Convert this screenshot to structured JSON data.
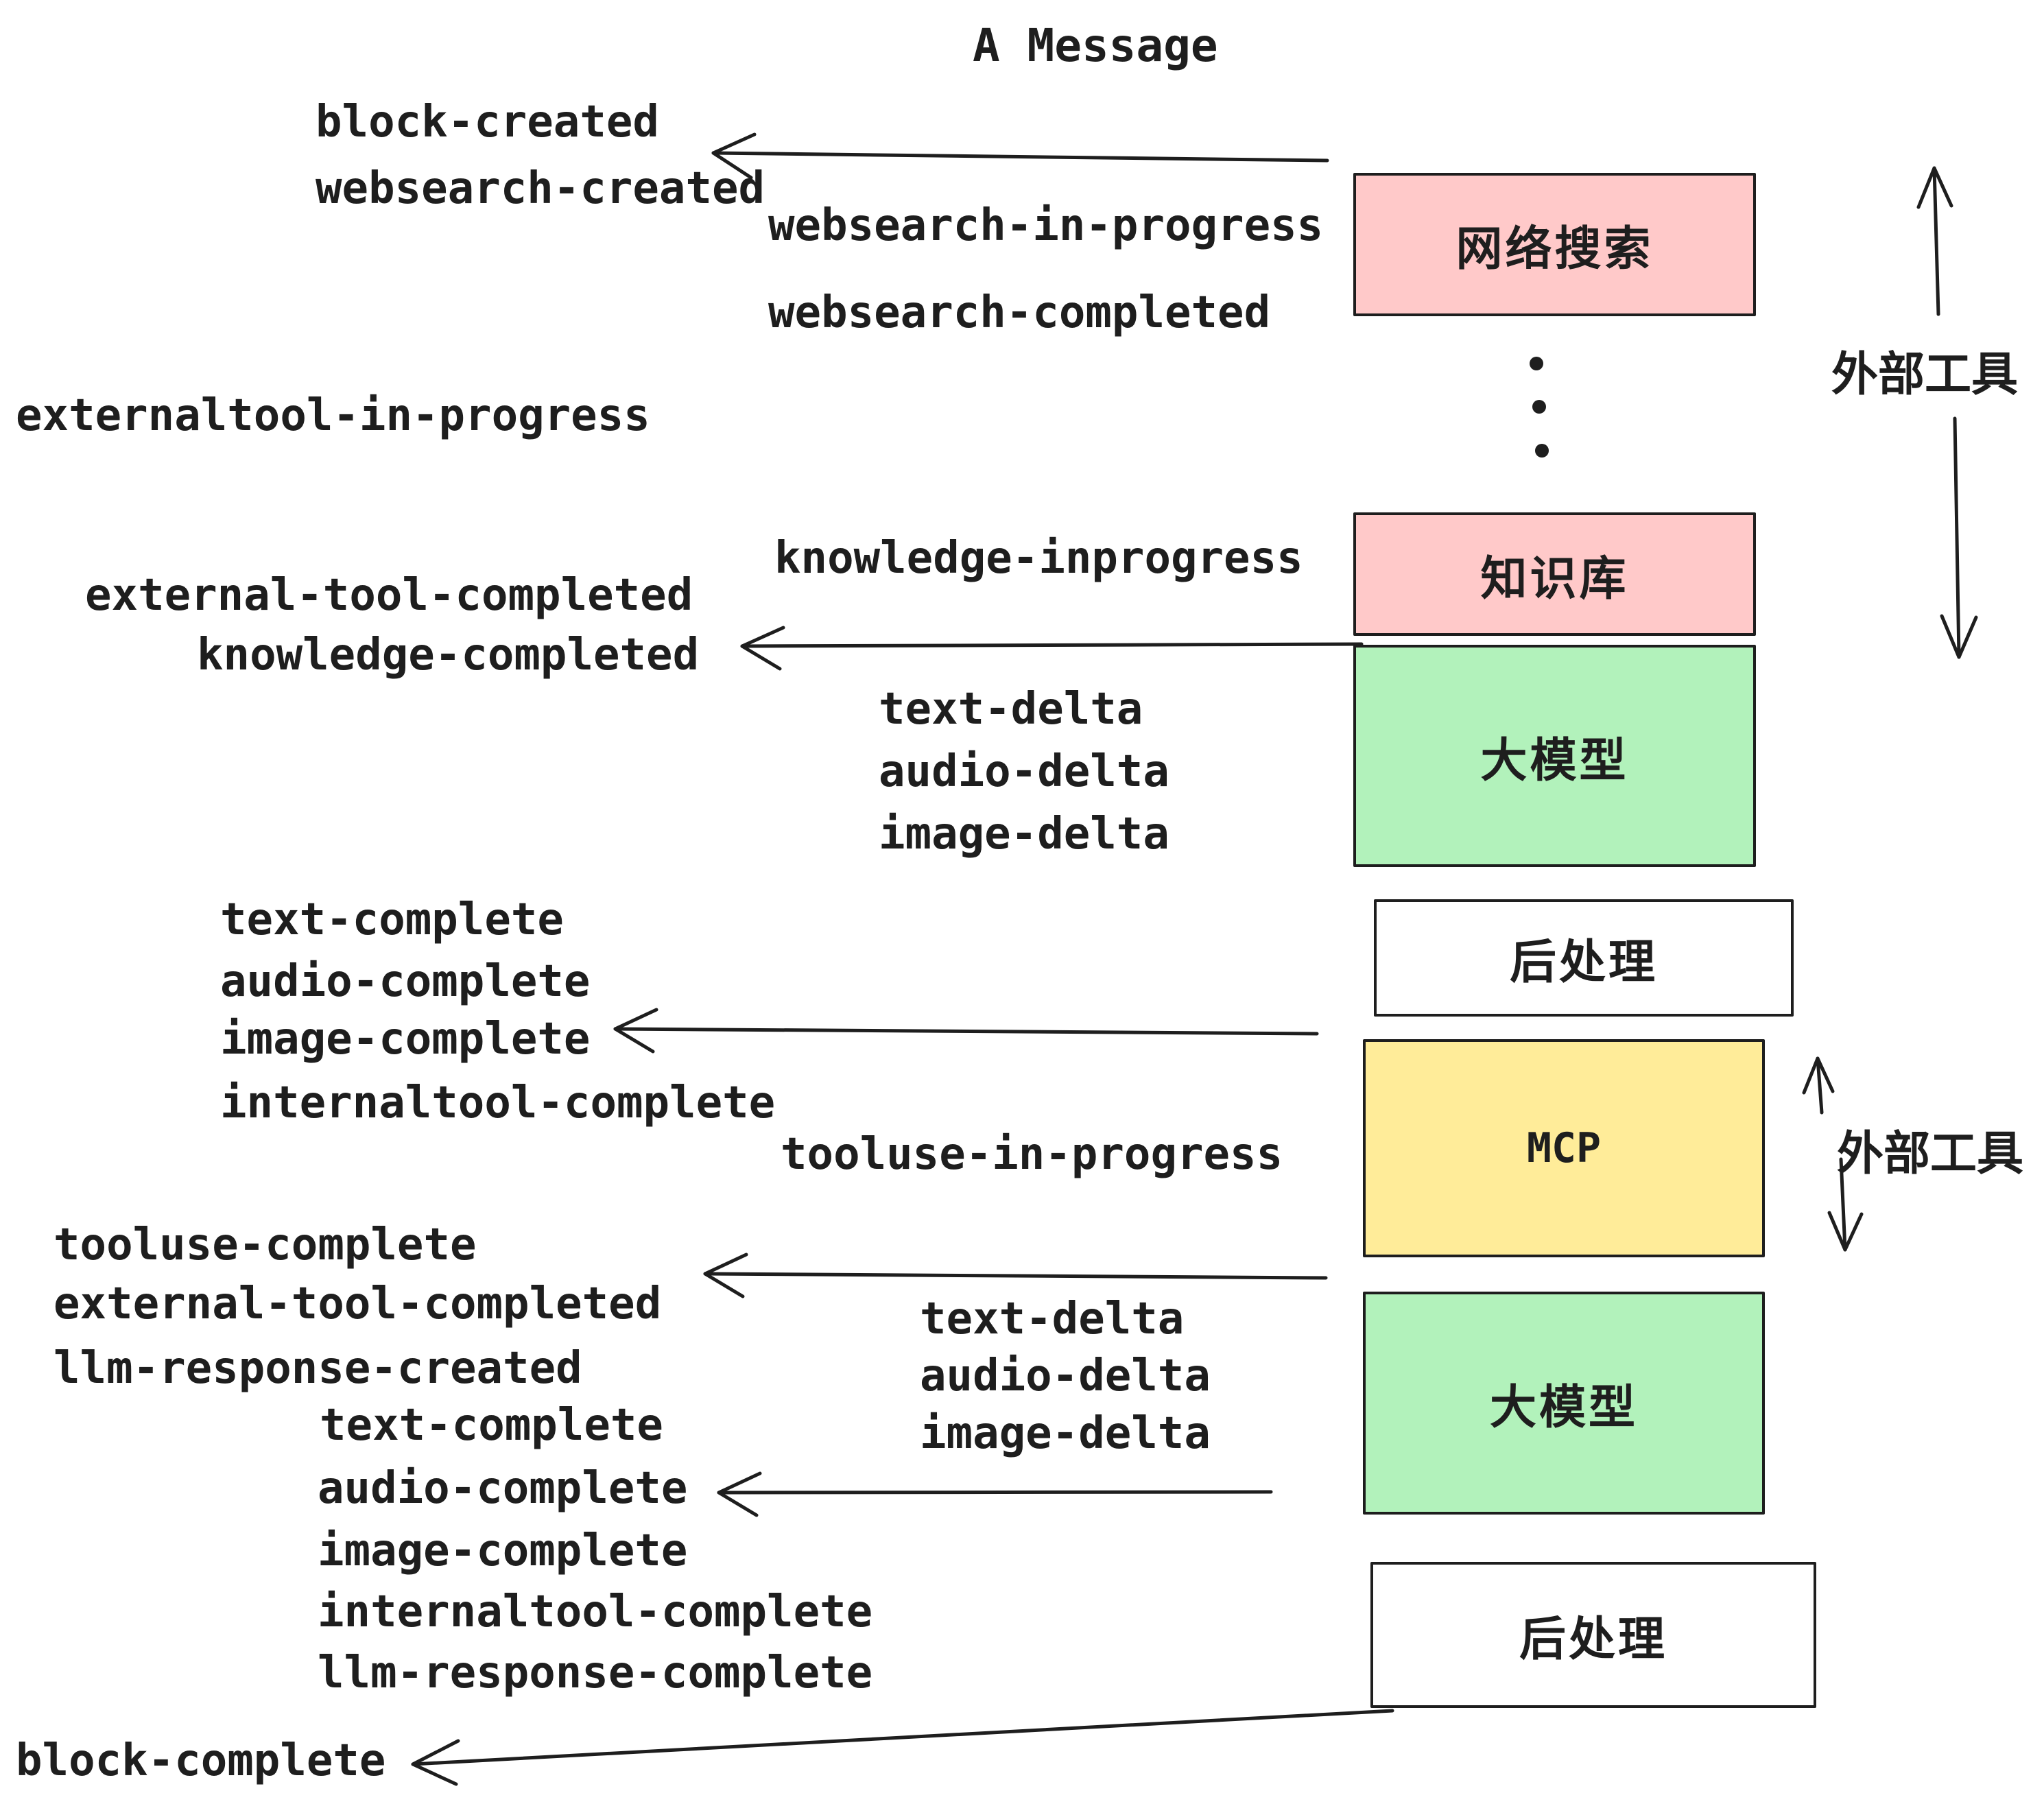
{
  "title": "A Message",
  "boxes": {
    "websearch": "网络搜索",
    "knowledge": "知识库",
    "llm": "大模型",
    "postprocess": "后处理",
    "mcp": "MCP"
  },
  "side_label": "外部工具",
  "events": {
    "block_created": "block-created",
    "websearch_created": "websearch-created",
    "websearch_in_progress": "websearch-in-progress",
    "websearch_completed": "websearch-completed",
    "externaltool_in_progress": "externaltool-in-progress",
    "knowledge_inprogress": "knowledge-inprogress",
    "external_tool_completed": "external-tool-completed",
    "knowledge_completed": "knowledge-completed",
    "text_delta": "text-delta",
    "audio_delta": "audio-delta",
    "image_delta": "image-delta",
    "text_complete": "text-complete",
    "audio_complete": "audio-complete",
    "image_complete": "image-complete",
    "internaltool_complete": "internaltool-complete",
    "tooluse_in_progress": "tooluse-in-progress",
    "tooluse_complete": "tooluse-complete",
    "llm_response_created": "llm-response-created",
    "llm_response_complete": "llm-response-complete",
    "block_complete": "block-complete"
  },
  "colors": {
    "stroke": "#1e1e1e",
    "pink": "#ffc9c9",
    "green": "#b2f2bb",
    "yellow": "#ffec99",
    "white": "#ffffff",
    "background": "#ffffff"
  }
}
